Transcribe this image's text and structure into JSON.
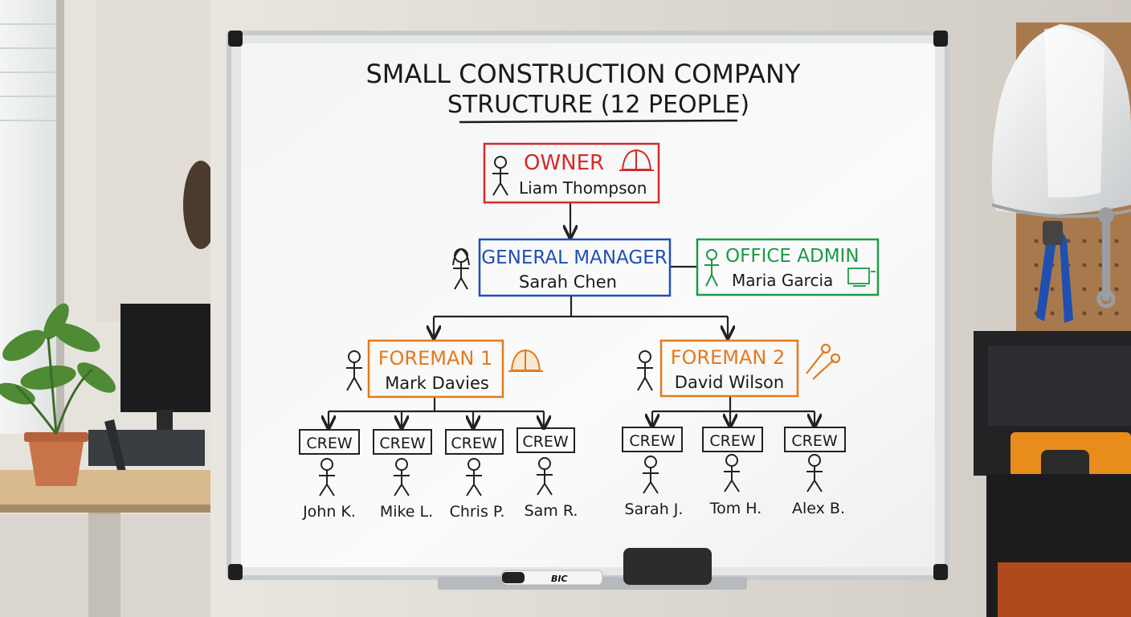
{
  "whiteboard": {
    "title_line1": "SMALL CONSTRUCTION COMPANY",
    "title_line2": "STRUCTURE (12 PEOPLE)"
  },
  "org": {
    "owner": {
      "role": "OWNER",
      "name": "Liam Thompson",
      "color": "#d42a2a"
    },
    "general_manager": {
      "role": "GENERAL MANAGER",
      "name": "Sarah Chen",
      "color": "#1f4fb5"
    },
    "office_admin": {
      "role": "OFFICE ADMIN",
      "name": "Maria Garcia",
      "color": "#1c9a48"
    },
    "foreman1": {
      "role": "FOREMAN 1",
      "name": "Mark Davies",
      "color": "#e37a1c"
    },
    "foreman2": {
      "role": "FOREMAN 2",
      "name": "David Wilson",
      "color": "#e37a1c"
    },
    "crew_label": "CREW",
    "crew1": [
      "John K.",
      "Mike L.",
      "Chris P.",
      "Sam R."
    ],
    "crew2": [
      "Sarah J.",
      "Tom H.",
      "Alex B."
    ]
  },
  "icons": {
    "owner": "hard-hat-icon",
    "general_manager": "stick-figure-icon",
    "office_admin": "computer-icon",
    "foreman1": "hard-hat-icon",
    "foreman2": "wrench-icon"
  },
  "props": {
    "marker_brand": "BIC"
  }
}
